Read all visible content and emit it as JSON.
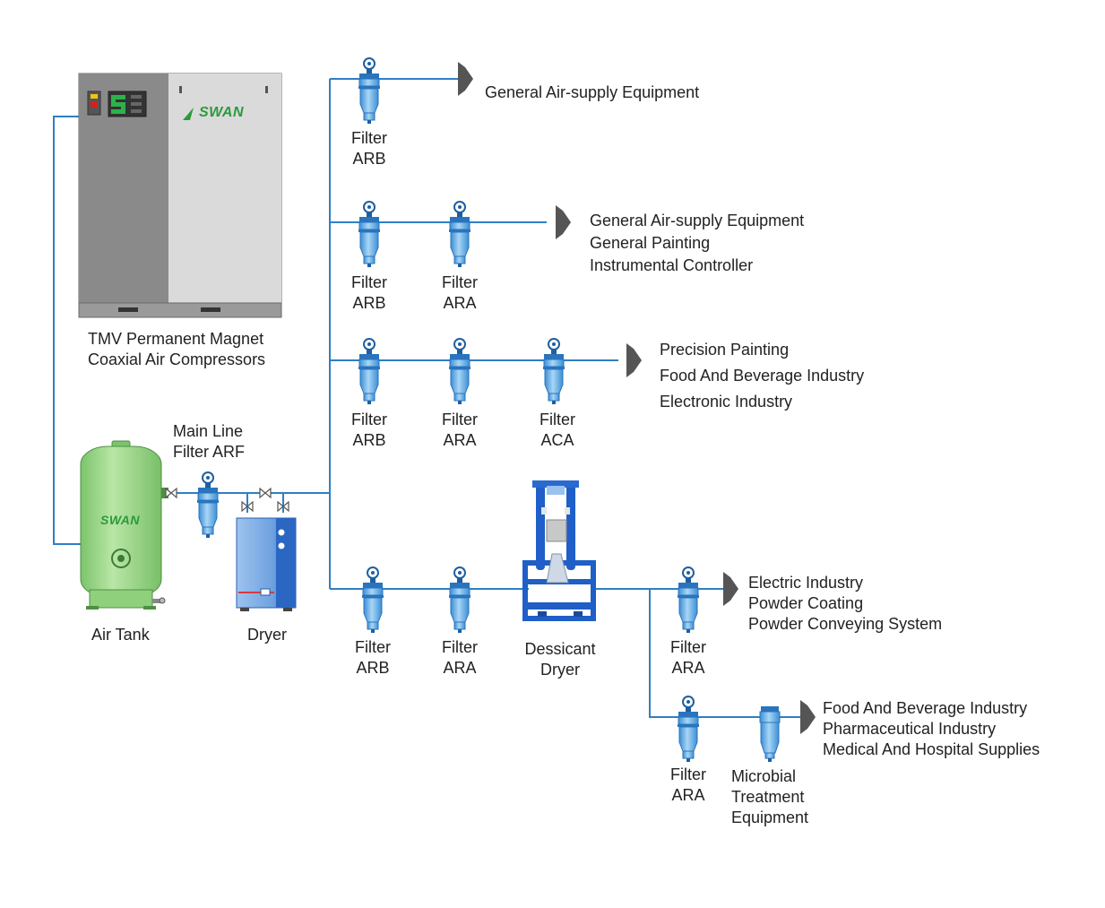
{
  "brand_logo": "SWAN",
  "colors": {
    "pipe": "#2f7fc4",
    "filter_body": "#6fb4e8",
    "filter_dark": "#1e5fa0",
    "compressor_grey": "#8c8c8c",
    "compressor_light": "#dcdcdc",
    "tank_green": "#9bd68a",
    "dryer_blue": "#3f7fd0",
    "desiccant_blue": "#1f5fc7",
    "arrow": "#555555"
  },
  "compressor": {
    "label_lines": [
      "TMV Permanent Magnet",
      "Coaxial Air Compressors"
    ]
  },
  "air_tank": {
    "label": "Air Tank"
  },
  "dryer": {
    "label": "Dryer"
  },
  "main_line_filter": {
    "label_lines": [
      "Main Line",
      "Filter ARF"
    ]
  },
  "desiccant_dryer": {
    "label_lines": [
      "Dessicant",
      "Dryer"
    ]
  },
  "branches": [
    {
      "filters": [
        {
          "name": "Filter",
          "code": "ARB"
        }
      ],
      "destinations": [
        "General Air-supply Equipment"
      ]
    },
    {
      "filters": [
        {
          "name": "Filter",
          "code": "ARB"
        },
        {
          "name": "Filter",
          "code": "ARA"
        }
      ],
      "destinations": [
        "General Air-supply Equipment",
        "General Painting",
        "Instrumental Controller"
      ]
    },
    {
      "filters": [
        {
          "name": "Filter",
          "code": "ARB"
        },
        {
          "name": "Filter",
          "code": "ARA"
        },
        {
          "name": "Filter",
          "code": "ACA"
        }
      ],
      "destinations": [
        "Precision Painting",
        "Food And Beverage Industry",
        "Electronic Industry"
      ]
    },
    {
      "filters": [
        {
          "name": "Filter",
          "code": "ARB"
        },
        {
          "name": "Filter",
          "code": "ARA"
        }
      ],
      "sub_branches": [
        {
          "filters": [
            {
              "name": "Filter",
              "code": "ARA"
            }
          ],
          "destinations": [
            "Electric Industry",
            "Powder Coating",
            "Powder Conveying System"
          ]
        },
        {
          "filters": [
            {
              "name": "Filter",
              "code": "ARA"
            }
          ],
          "microbial_lines": [
            "Microbial",
            "Treatment",
            "Equipment"
          ],
          "destinations": [
            "Food And Beverage Industry",
            "Pharmaceutical Industry",
            "Medical And Hospital Supplies"
          ]
        }
      ]
    }
  ]
}
